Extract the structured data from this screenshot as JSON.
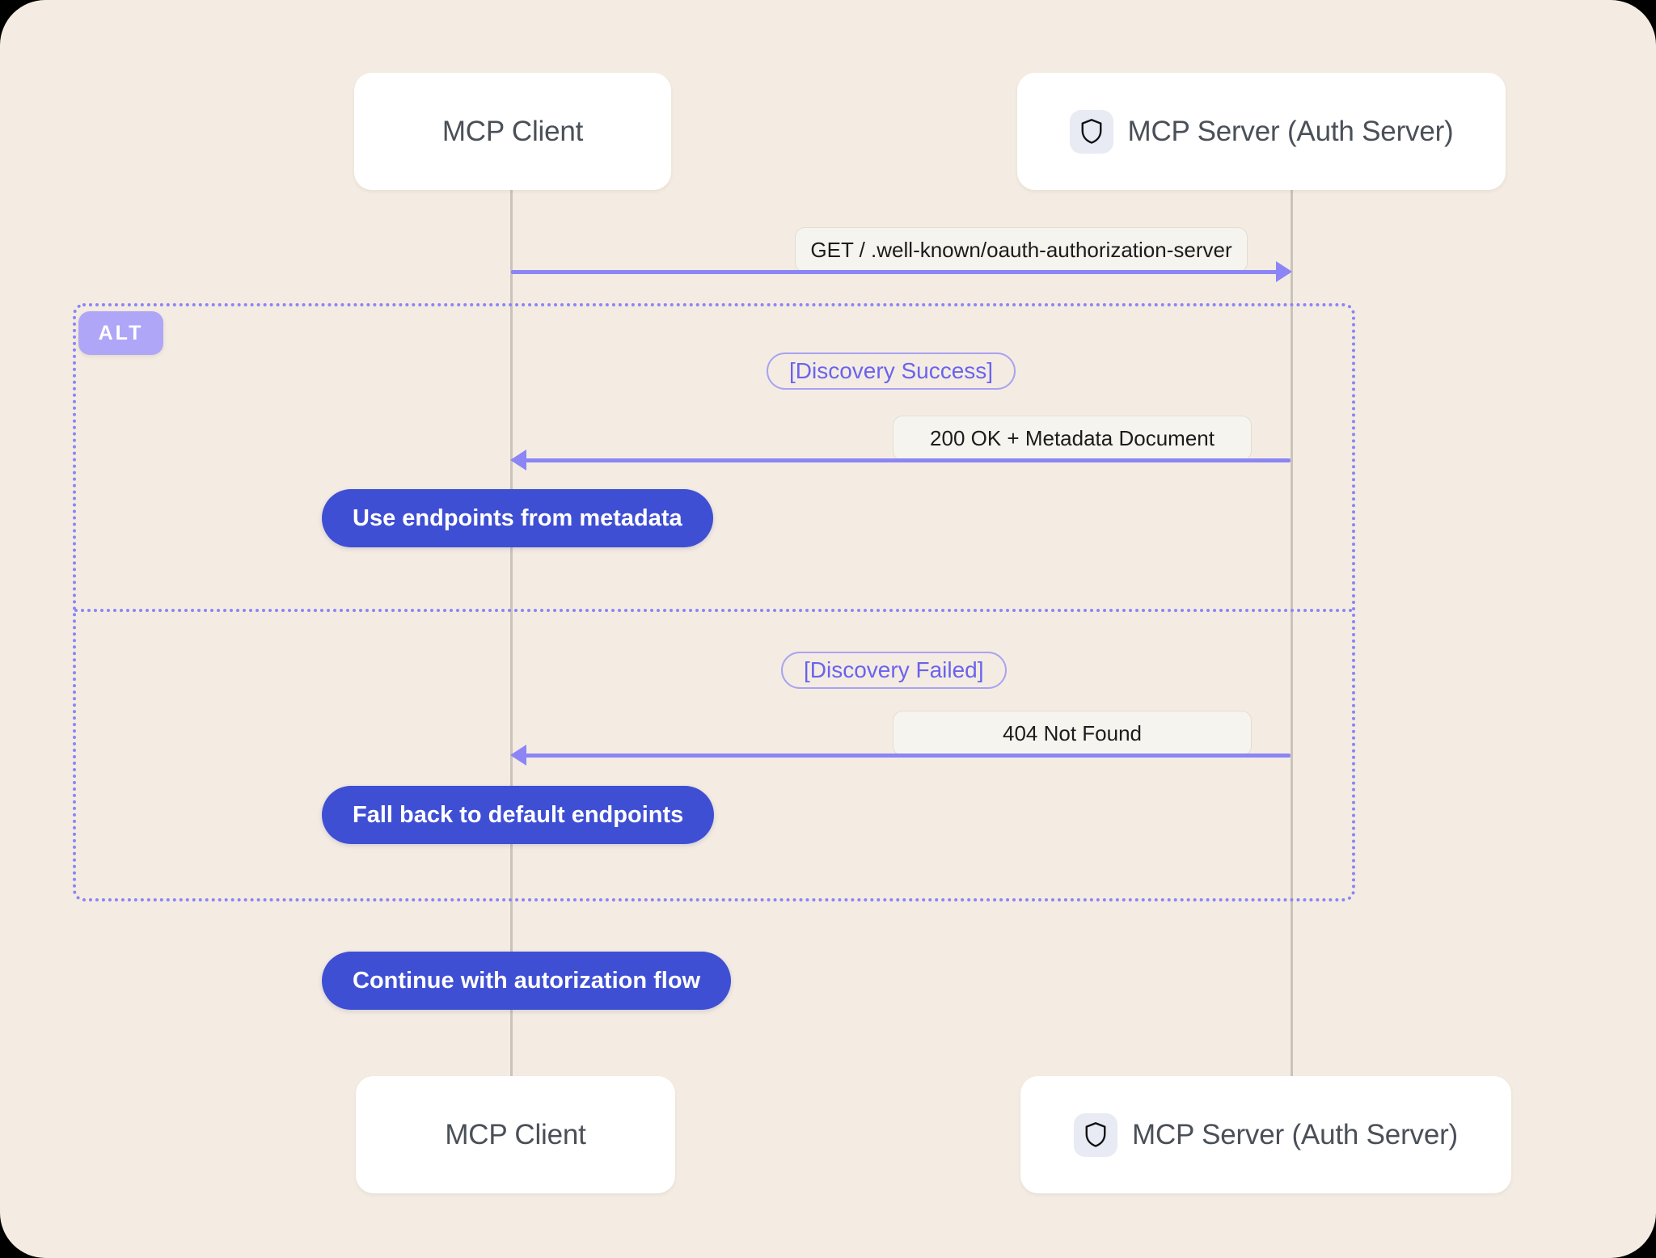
{
  "diagram": {
    "type": "sequence-diagram",
    "background_color": "#f4ece2",
    "accent_color": "#8b85f5",
    "note_color": "#3f4fd4",
    "participants": [
      {
        "id": "client",
        "label": "MCP Client",
        "icon": null
      },
      {
        "id": "server",
        "label": "MCP Server (Auth Server)",
        "icon": "shield-icon"
      }
    ],
    "footer_participants": [
      {
        "id": "client",
        "label": "MCP Client",
        "icon": null
      },
      {
        "id": "server",
        "label": "MCP Server (Auth Server)",
        "icon": "shield-icon"
      }
    ],
    "messages": [
      {
        "id": "m1",
        "from": "client",
        "to": "server",
        "direction": "right",
        "label": "GET / .well-known/oauth-authorization-server"
      },
      {
        "id": "m2",
        "from": "server",
        "to": "client",
        "direction": "left",
        "label": "200 OK + Metadata Document"
      },
      {
        "id": "m3",
        "from": "server",
        "to": "client",
        "direction": "left",
        "label": "404 Not Found"
      }
    ],
    "fragment": {
      "kind": "ALT",
      "badge_label": "ALT",
      "branches": [
        {
          "condition": "[Discovery Success]",
          "note": "Use endpoints from metadata"
        },
        {
          "condition": "[Discovery Failed]",
          "note": "Fall back to default endpoints"
        }
      ]
    },
    "notes": [
      {
        "id": "n1",
        "text": "Use endpoints from metadata"
      },
      {
        "id": "n2",
        "text": "Fall back to default endpoints"
      },
      {
        "id": "n3",
        "text": "Continue with autorization flow"
      }
    ]
  }
}
